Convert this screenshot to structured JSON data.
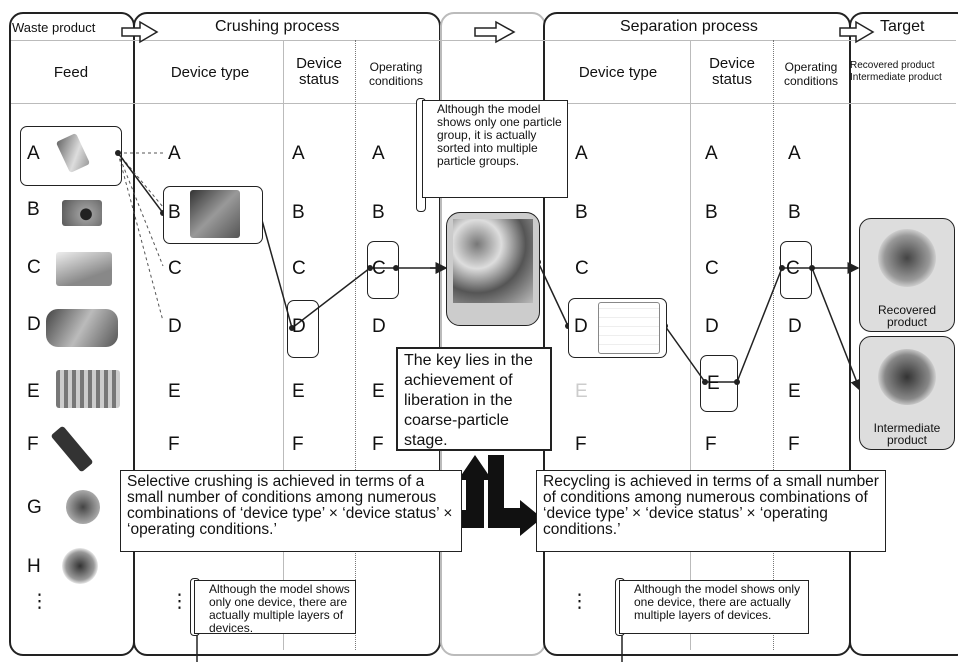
{
  "header": {
    "waste_product": "Waste product",
    "crushing_process": "Crushing process",
    "separation_process": "Separation process",
    "target": "Target"
  },
  "columns": {
    "feed": "Feed",
    "crush_device_type": "Device type",
    "crush_device_status": "Device status",
    "crush_operating_conditions": "Operating conditions",
    "sep_device_type": "Device type",
    "sep_device_status": "Device status",
    "sep_operating_conditions": "Operating conditions",
    "target_col": "Recovered product Intermediate product"
  },
  "letters": [
    "A",
    "B",
    "C",
    "D",
    "E",
    "F",
    "G",
    "H"
  ],
  "ellipsis": "⋮",
  "products": {
    "recovered": "Recovered product",
    "intermediate": "Intermediate product"
  },
  "notes": {
    "particle_group": "Although the model shows only one particle group, it is actually sorted into multiple particle groups.",
    "key_liberation": "The key lies in the achievement of liberation in the coarse-particle stage.",
    "selective_crushing": "Selective crushing is achieved in terms of a small number of conditions among numerous combinations of ‘device type’ × ‘device status’ × ‘operating conditions.’",
    "recycling": "Recycling is achieved in terms of a small number of conditions among numerous combinations of ‘device type’ × ‘device status’ × ‘operating conditions.’",
    "one_device_left": "Although the model shows only one device, there are actually multiple layers of devices.",
    "one_device_right": "Although the model shows only one device, there are actually multiple layers of devices."
  },
  "colors": {
    "line": "#222222",
    "panel_border": "#222222",
    "grid": "#bbbbbb"
  }
}
